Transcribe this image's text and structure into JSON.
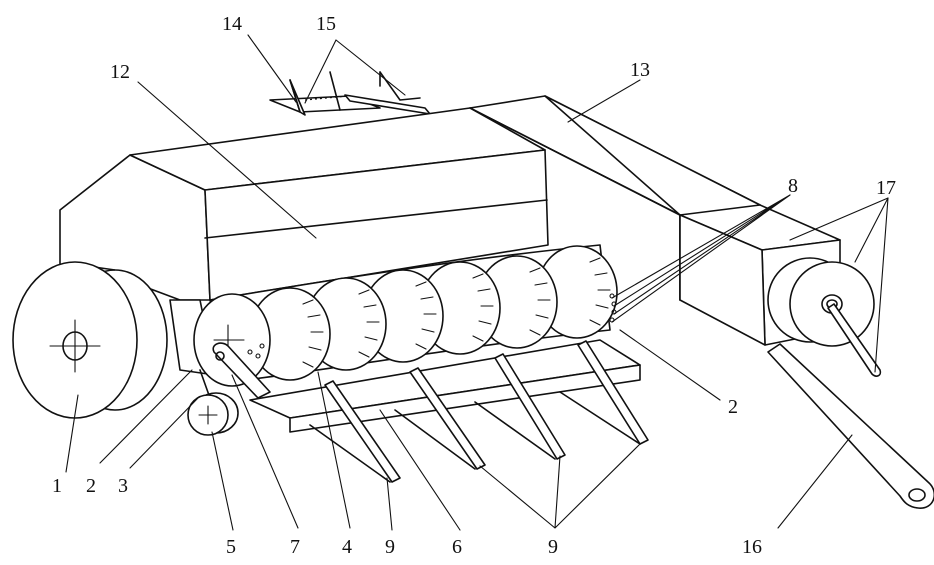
{
  "callouts": {
    "c1": "1",
    "c2a": "2",
    "c2b": "2",
    "c3": "3",
    "c4": "4",
    "c5": "5",
    "c6": "6",
    "c7": "7",
    "c8": "8",
    "c9a": "9",
    "c9b": "9",
    "c12": "12",
    "c13": "13",
    "c14": "14",
    "c15": "15",
    "c16": "16",
    "c17": "17"
  }
}
